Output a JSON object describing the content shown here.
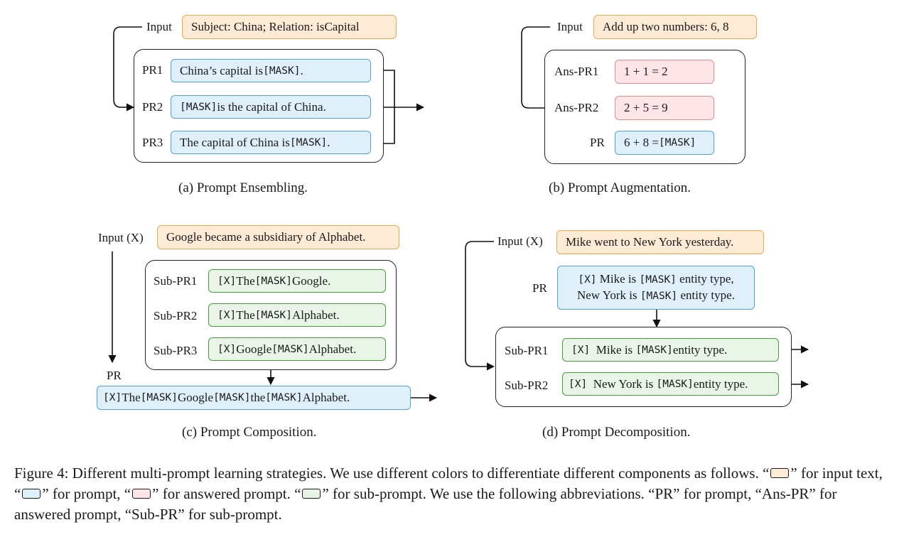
{
  "colors": {
    "input": "#fdebd6",
    "prompt": "#dff0fb",
    "answered": "#fde4e6",
    "sub": "#e9f5e6"
  },
  "a": {
    "input_label": "Input",
    "input_text": "Subject: China; Relation: isCapital",
    "rows": [
      {
        "label": "PR1",
        "text": [
          "China’s capital is ",
          "[MASK]",
          "."
        ]
      },
      {
        "label": "PR2",
        "text": [
          "",
          "[MASK]",
          " is the capital of China."
        ]
      },
      {
        "label": "PR3",
        "text": [
          "The capital of China is ",
          "[MASK]",
          "."
        ]
      }
    ],
    "caption": "(a) Prompt Ensembling."
  },
  "b": {
    "input_label": "Input",
    "input_text": "Add up two numbers: 6, 8",
    "rows": [
      {
        "label": "Ans-PR1",
        "text": [
          "1 + 1 = 2",
          "",
          ""
        ]
      },
      {
        "label": "Ans-PR2",
        "text": [
          "2 + 5 = 9",
          "",
          ""
        ]
      },
      {
        "label": "PR",
        "text": [
          "6 + 8 = ",
          "[MASK]",
          ""
        ]
      }
    ],
    "caption": "(b) Prompt Augmentation."
  },
  "c": {
    "input_label": "Input (X)",
    "input_text": "Google became a subsidiary of Alphabet.",
    "rows": [
      {
        "label": "Sub-PR1",
        "text": [
          "[X]",
          " The ",
          "[MASK]",
          " Google."
        ]
      },
      {
        "label": "Sub-PR2",
        "text": [
          "[X]",
          " The ",
          "[MASK]",
          " Alphabet."
        ]
      },
      {
        "label": "Sub-PR3",
        "text": [
          "[X]",
          " Google ",
          "[MASK]",
          " Alphabet."
        ]
      }
    ],
    "pr_label": "PR",
    "pr_text": [
      "[X]",
      " The ",
      "[MASK]",
      " Google ",
      "[MASK]",
      " the ",
      "[MASK]",
      " Alphabet."
    ],
    "caption": "(c) Prompt Composition."
  },
  "d": {
    "input_label": "Input (X)",
    "input_text": "Mike went to New York yesterday.",
    "pr_label": "PR",
    "pr_line1": [
      "[X]",
      " Mike is ",
      "[MASK]",
      " entity type,"
    ],
    "pr_line2": [
      "New York is ",
      "[MASK]",
      " entity type."
    ],
    "rows": [
      {
        "label": "Sub-PR1",
        "text": [
          "[X]",
          "  Mike is ",
          "[MASK]",
          " entity type."
        ]
      },
      {
        "label": "Sub-PR2",
        "text": [
          "[X]",
          "  New York is ",
          "[MASK]",
          " entity type."
        ]
      }
    ],
    "caption": "(d) Prompt Decomposition."
  },
  "figure_caption": {
    "p1": "Figure 4: Different multi-prompt learning strategies. We use different colors to differentiate different components as follows. “",
    "p2": "” for input text, “",
    "p3": "” for prompt, “",
    "p4": "” for answered prompt. “",
    "p5": "” for sub-prompt. We use the following abbreviations. “PR” for prompt, “Ans-PR” for answered prompt, “Sub-PR” for sub-prompt."
  }
}
